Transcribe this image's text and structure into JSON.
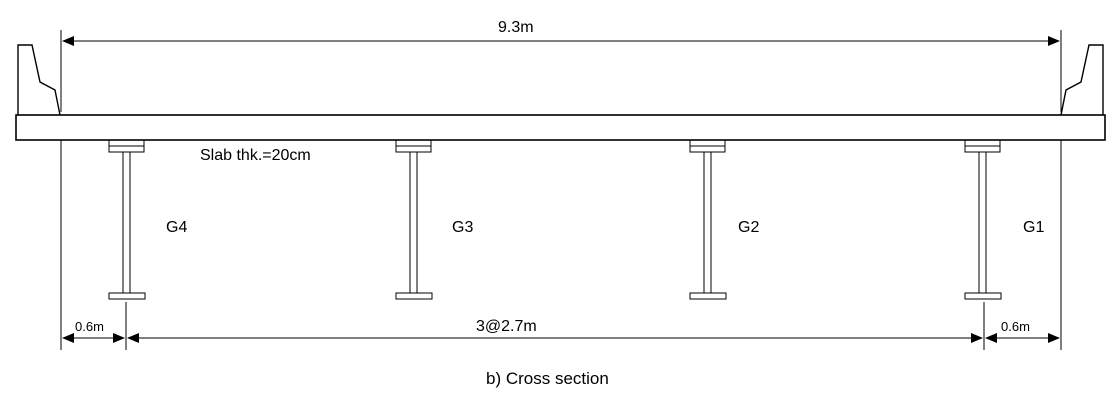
{
  "diagram": {
    "top_dimension": "9.3m",
    "slab_label": "Slab thk.=20cm",
    "girders": [
      {
        "label": "G4"
      },
      {
        "label": "G3"
      },
      {
        "label": "G2"
      },
      {
        "label": "G1"
      }
    ],
    "bottom_dimensions": {
      "left": "0.6m",
      "middle": "3@2.7m",
      "right": "0.6m"
    },
    "caption": "b) Cross section"
  }
}
